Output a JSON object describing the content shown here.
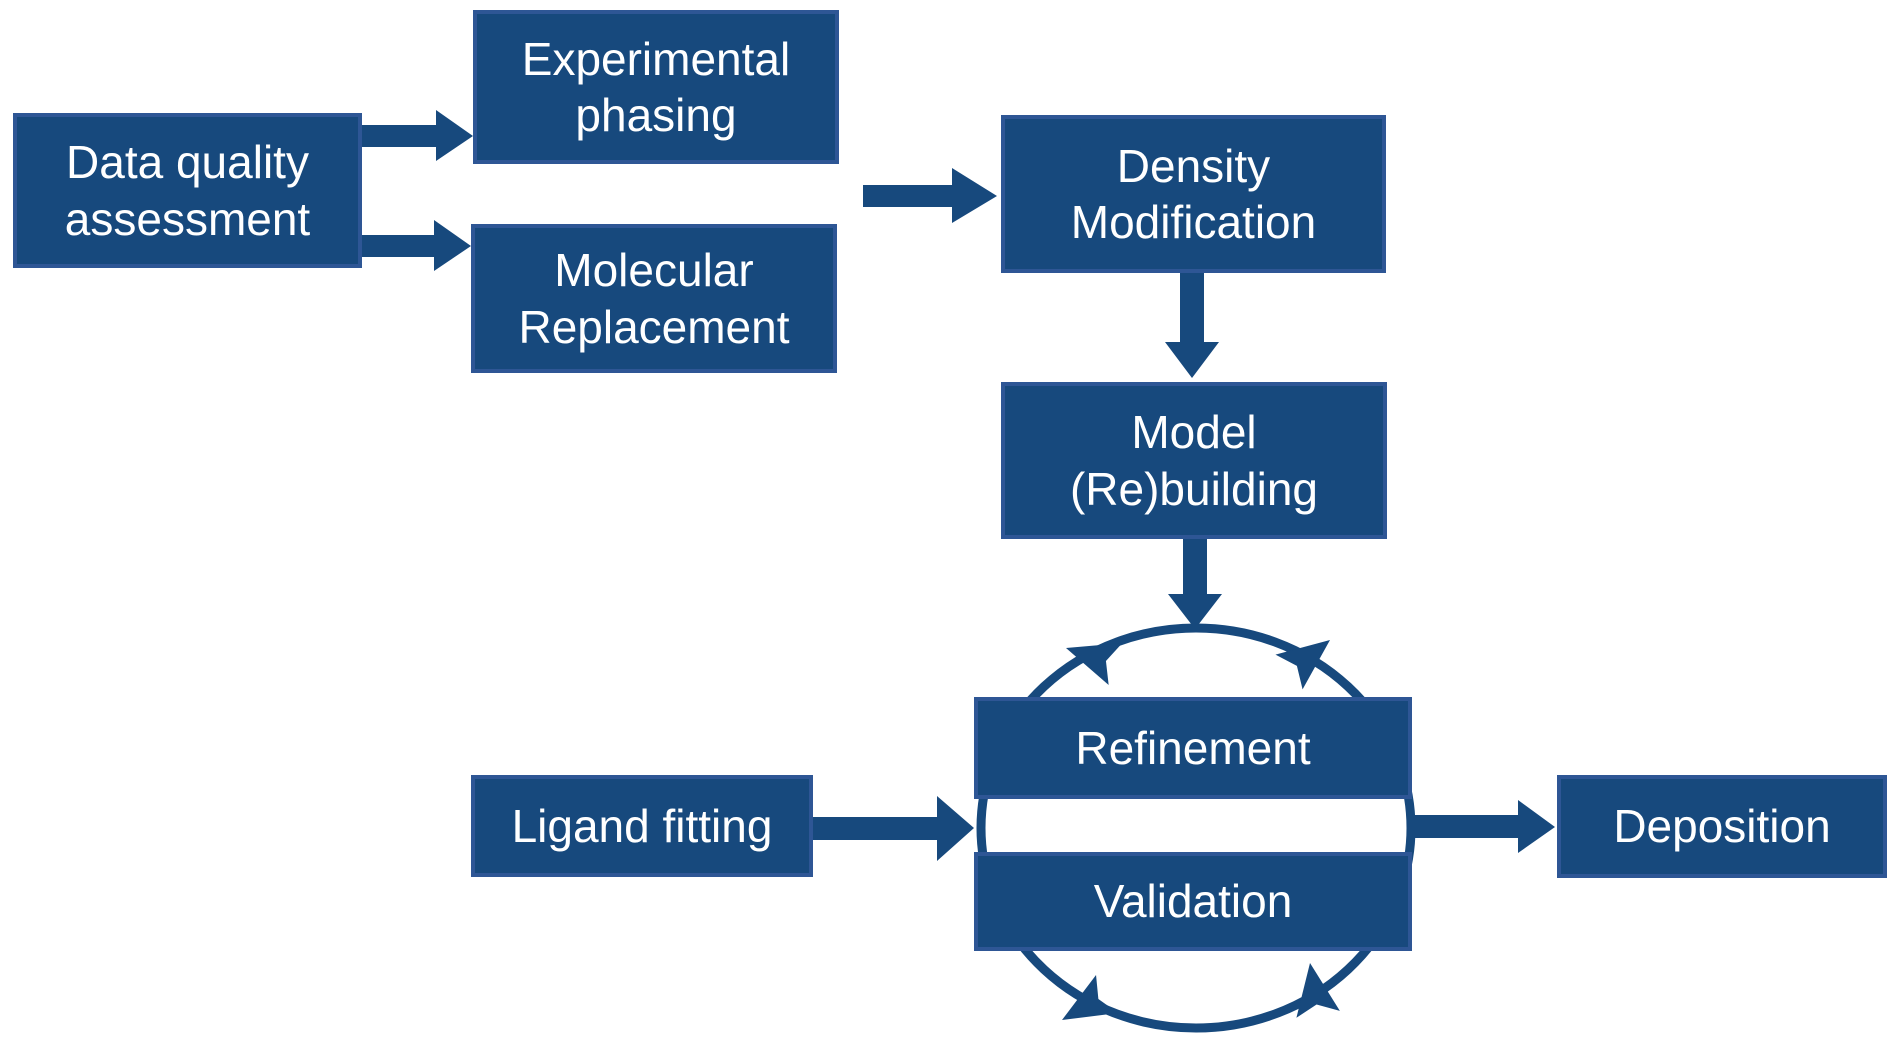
{
  "colors": {
    "node-fill": "#17497D",
    "node-border": "#2E5695",
    "arrow": "#17497D",
    "text": "#FFFFFF",
    "bg": "#FFFFFF"
  },
  "nodes": [
    {
      "id": "data-quality-assessment",
      "label": "Data quality\nassessment"
    },
    {
      "id": "experimental-phasing",
      "label": "Experimental\nphasing"
    },
    {
      "id": "molecular-replacement",
      "label": "Molecular\nReplacement"
    },
    {
      "id": "density-modification",
      "label": "Density\nModification"
    },
    {
      "id": "model-rebuilding",
      "label": "Model\n(Re)building"
    },
    {
      "id": "refinement",
      "label": "Refinement"
    },
    {
      "id": "validation",
      "label": "Validation"
    },
    {
      "id": "ligand-fitting",
      "label": "Ligand fitting"
    },
    {
      "id": "deposition",
      "label": "Deposition"
    }
  ],
  "edges": [
    {
      "from": "data-quality-assessment",
      "to": "experimental-phasing"
    },
    {
      "from": "data-quality-assessment",
      "to": "molecular-replacement"
    },
    {
      "from": "experimental-phasing / molecular-replacement",
      "to": "density-modification"
    },
    {
      "from": "density-modification",
      "to": "model-rebuilding"
    },
    {
      "from": "model-rebuilding",
      "to": "refinement-validation-cycle"
    },
    {
      "from": "ligand-fitting",
      "to": "refinement-validation-cycle"
    },
    {
      "from": "refinement-validation-cycle",
      "to": "deposition"
    }
  ],
  "cycle": {
    "members": [
      "refinement",
      "validation"
    ],
    "style": "circular-arrows"
  }
}
